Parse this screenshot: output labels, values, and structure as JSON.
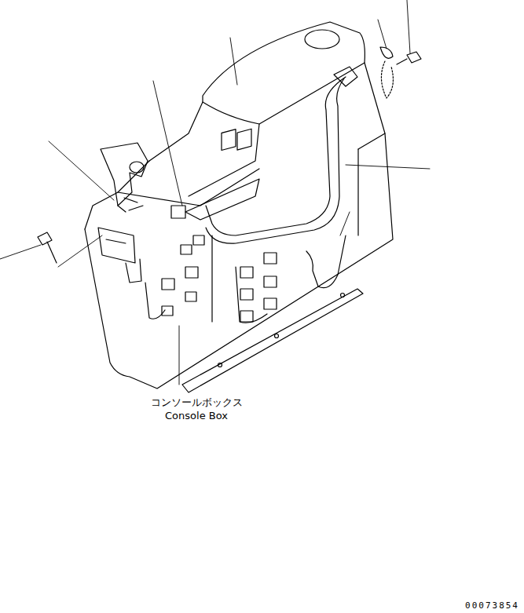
{
  "diagram": {
    "labels": [
      "コンソールボックス",
      "Console Box",
      "00073854"
    ]
  }
}
